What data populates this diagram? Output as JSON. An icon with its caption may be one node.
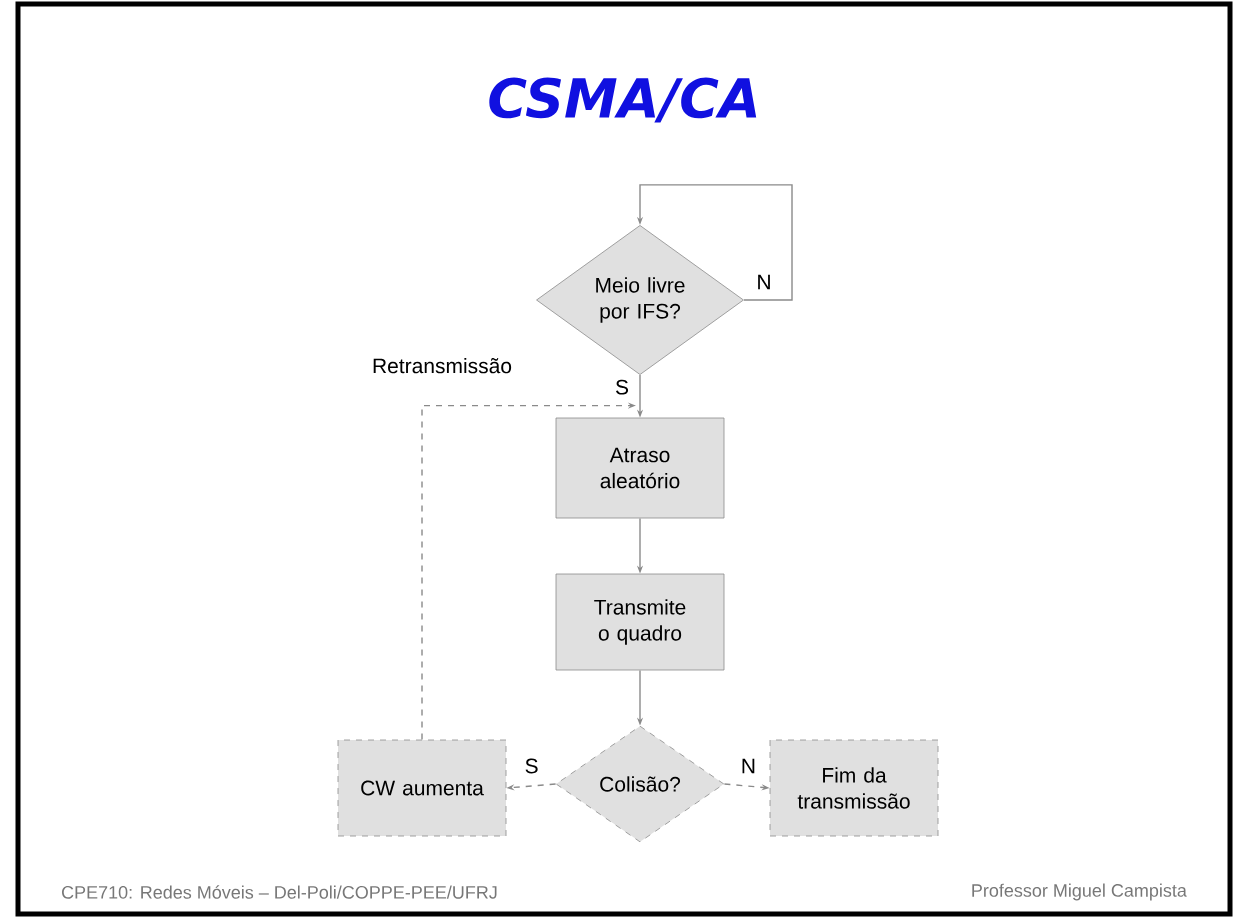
{
  "diagram": {
    "title": "CSMA/CA",
    "nodes": [
      {
        "text": [
          "Meio livre por IFS?"
        ]
      },
      {
        "text": [
          "Atraso aleatório"
        ]
      },
      {
        "text": [
          "Transmite o quadro"
        ]
      },
      {
        "text": [
          "Colisão?"
        ]
      },
      {
        "text": [
          "CW aumenta"
        ]
      },
      {
        "text": [
          "Fim da transmissão"
        ]
      }
    ],
    "edges": [
      {
        "from": 0,
        "to": 0,
        "arrow": "to",
        "label": "N"
      },
      {
        "from": 0,
        "to": 1,
        "arrow": "to",
        "label": "S"
      },
      {
        "from": 1,
        "to": 2,
        "arrow": "to"
      },
      {
        "from": 2,
        "to": 3,
        "arrow": "to"
      },
      {
        "from": 3,
        "to": 4,
        "arrow": "to",
        "label": "S",
        "style": "dashed"
      },
      {
        "from": 3,
        "to": 5,
        "arrow": "to",
        "label": "N",
        "style": "dashed"
      },
      {
        "from": 4,
        "to": 1,
        "arrow": "to",
        "label": "Retransmissão",
        "style": "dashed"
      }
    ],
    "labels": [
      "CPE710: Redes Móveis – Del-Poli/COPPE-PEE/UFRJ",
      "Professor Miguel Campista"
    ]
  }
}
